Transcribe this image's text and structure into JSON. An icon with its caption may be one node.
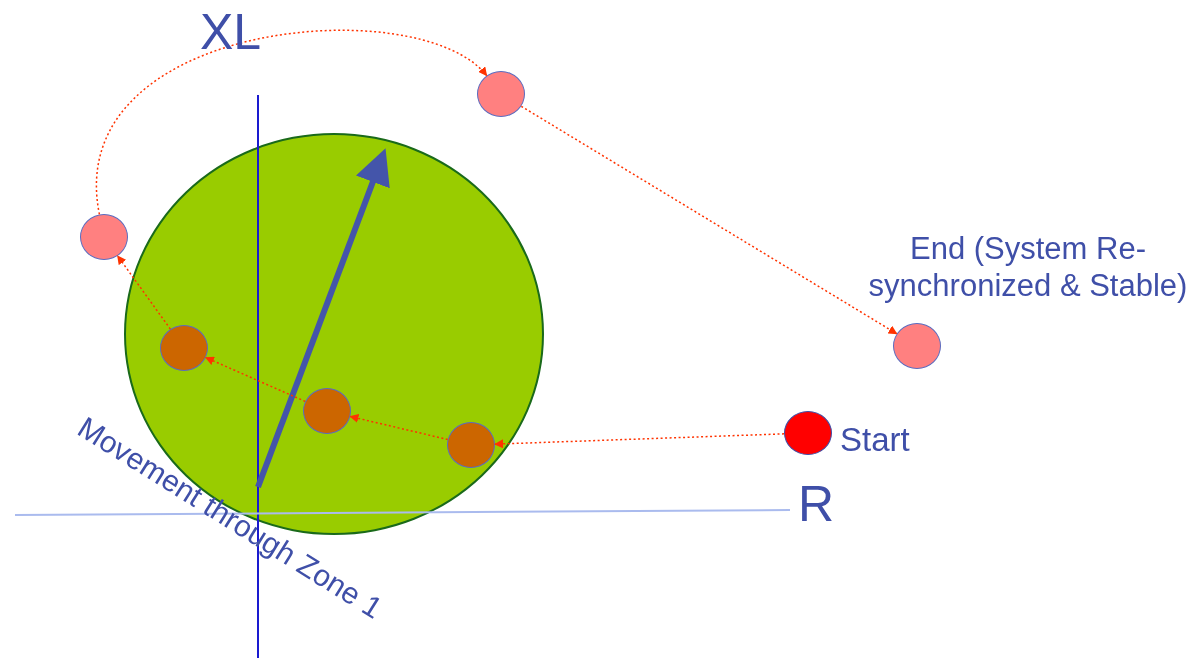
{
  "diagram": {
    "nodes": [
      {
        "text": [],
        "shape": "circle"
      },
      {
        "text": [],
        "shape": "circle"
      },
      {
        "text": [],
        "shape": "circle",
        "beside": [
          "Movement through Zone 1"
        ]
      },
      {
        "text": [],
        "shape": "circle",
        "beside": [
          "End (System Re-synchronized & Stable)"
        ]
      },
      {
        "text": [],
        "shape": "circle",
        "in": 2
      },
      {
        "text": [],
        "shape": "circle",
        "in": 2
      },
      {
        "text": [],
        "shape": "circle",
        "in": 2
      },
      {
        "text": [],
        "shape": "circle",
        "beside": [
          "Start"
        ]
      }
    ],
    "edges": [
      {
        "from": 7,
        "to": 6,
        "arrow": "to",
        "style": "dashed"
      },
      {
        "from": 6,
        "to": 5,
        "arrow": "to",
        "style": "dashed"
      },
      {
        "from": 5,
        "to": 4,
        "arrow": "to",
        "style": "dashed"
      },
      {
        "from": 4,
        "to": 1,
        "arrow": "to",
        "style": "dashed"
      },
      {
        "from": 1,
        "to": 0,
        "arrow": "to",
        "style": "dashed"
      },
      {
        "from": 0,
        "to": 3,
        "arrow": "to",
        "style": "dashed"
      }
    ],
    "labels": [
      "XL",
      "R"
    ]
  }
}
